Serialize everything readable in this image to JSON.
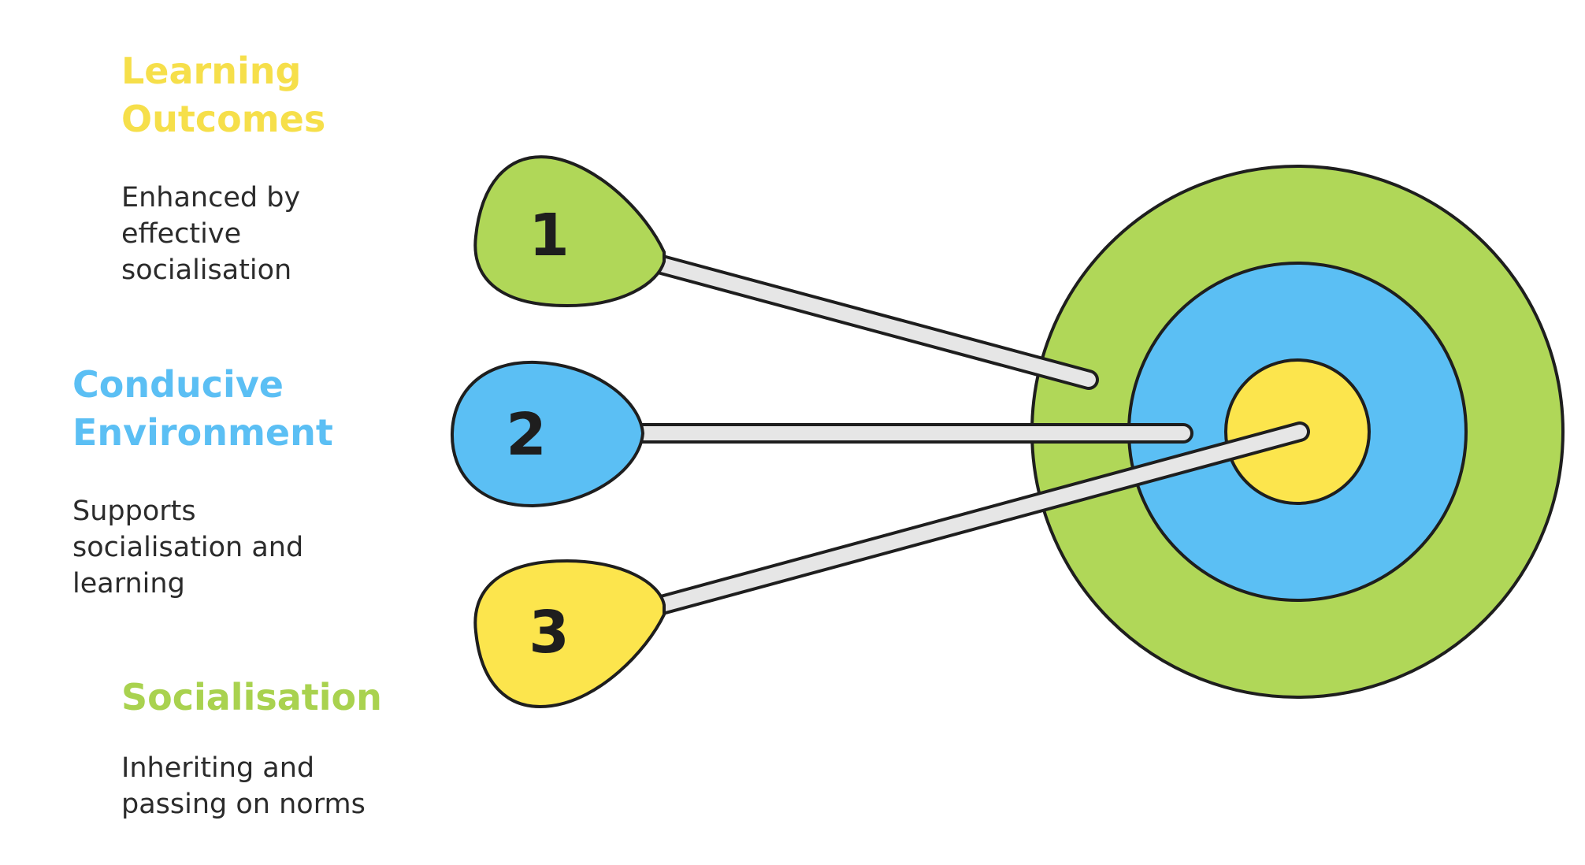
{
  "colors": {
    "green": "#b0d758",
    "blue": "#5bbff4",
    "yellow": "#fce54d",
    "green_text": "#a9d24f",
    "blue_text": "#5bbff4",
    "yellow_text": "#f6df4a",
    "shaft": "#e6e6e6",
    "outline": "#1e1e1e"
  },
  "items": [
    {
      "number": "1",
      "title": "Learning\nOutcomes",
      "description": "Enhanced by\neffective\nsocialisation",
      "color": "green",
      "ring": "outer"
    },
    {
      "number": "2",
      "title": "Conducive\nEnvironment",
      "description": "Supports\nsocialisation and\nlearning",
      "color": "blue",
      "ring": "middle"
    },
    {
      "number": "3",
      "title": "Socialisation",
      "description": "Inheriting and\npassing on norms",
      "color": "yellow",
      "ring": "center"
    }
  ]
}
